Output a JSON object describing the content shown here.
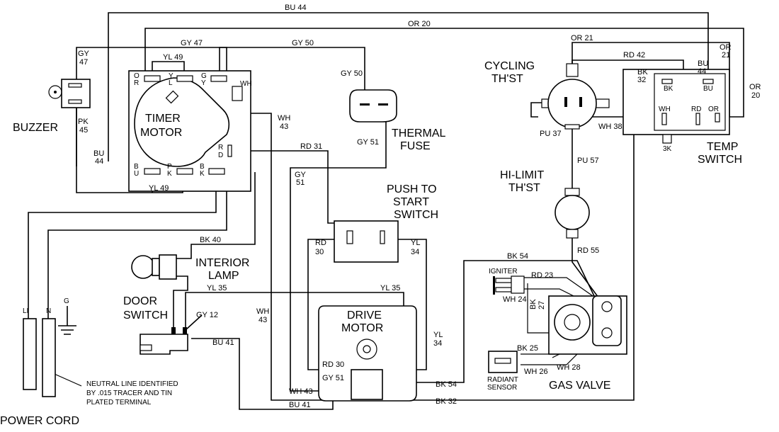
{
  "components": {
    "buzzer": "BUZZER",
    "timer_motor_1": "TIMER",
    "timer_motor_2": "MOTOR",
    "thermal_fuse_1": "THERMAL",
    "thermal_fuse_2": "FUSE",
    "cycling_thst_1": "CYCLING",
    "cycling_thst_2": "TH'ST",
    "temp_switch_1": "TEMP",
    "temp_switch_2": "SWITCH",
    "hi_limit_1": "HI-LIMIT",
    "hi_limit_2": "TH'ST",
    "push_start_1": "PUSH TO",
    "push_start_2": "START",
    "push_start_3": "SWITCH",
    "interior_lamp_1": "INTERIOR",
    "interior_lamp_2": "LAMP",
    "door_switch_1": "DOOR",
    "door_switch_2": "SWITCH",
    "drive_motor_1": "DRIVE",
    "drive_motor_2": "MOTOR",
    "igniter": "IGNITER",
    "radiant_sensor_1": "RADIANT",
    "radiant_sensor_2": "SENSOR",
    "gas_valve": "GAS VALVE",
    "power_cord": "POWER CORD"
  },
  "note": {
    "line1": "NEUTRAL LINE IDENTIFIED",
    "line2": "BY .015 TRACER AND TIN",
    "line3": "PLATED TERMINAL"
  },
  "terminals": {
    "timer_or_1": "O",
    "timer_or_2": "R",
    "timer_yl_1": "Y",
    "timer_yl_2": "L",
    "timer_gy_1": "G",
    "timer_gy_2": "Y",
    "timer_wh": "WH",
    "timer_rd_1": "R",
    "timer_rd_2": "D",
    "timer_bu_1": "B",
    "timer_bu_2": "U",
    "timer_pk_1": "P",
    "timer_pk_2": "K",
    "timer_bk_1": "B",
    "timer_bk_2": "K",
    "temp_bk": "BK",
    "temp_bu": "BU",
    "temp_wh": "WH",
    "temp_rd": "RD",
    "temp_or": "OR",
    "temp_3k": "3K",
    "cord_l1": "LI",
    "cord_n": "N",
    "cord_g": "G"
  },
  "wires": {
    "bu44_top": "BU 44",
    "or20_top": "OR 20",
    "gy47_top": "GY 47",
    "gy50_top": "GY 50",
    "yl49_top": "YL 49",
    "or21_top": "OR 21",
    "rd42": "RD 42",
    "bk32_right_1": "BK",
    "bk32_right_2": "32",
    "bu44_right_1": "BU",
    "bu44_right_2": "44",
    "or21_right_1": "OR",
    "or21_right_2": "21",
    "or20_right_1": "OR",
    "or20_right_2": "20",
    "gy47_left_1": "GY",
    "gy47_left_2": "47",
    "pk45_1": "PK",
    "pk45_2": "45",
    "bu44_left_1": "BU",
    "bu44_left_2": "44",
    "gy50_fuse": "GY 50",
    "wh43_top_1": "WH",
    "wh43_top_2": "43",
    "rd31": "RD 31",
    "gy51_fuse": "GY 51",
    "gy51_left_1": "GY",
    "gy51_left_2": "51",
    "yl49_bottom": "YL 49",
    "pu37": "PU 37",
    "wh38": "WH 38",
    "pu57": "PU 57",
    "rd55": "RD 55",
    "bk54_top": "BK 54",
    "rd23": "RD 23",
    "wh24": "WH 24",
    "bk27_1": "BK",
    "bk27_2": "27",
    "bk25": "BK 25",
    "wh26": "WH 26",
    "wh28": "WH 28",
    "rd30_top_1": "RD",
    "rd30_top_2": "30",
    "yl34_top_1": "YL",
    "yl34_top_2": "34",
    "bk40": "BK 40",
    "yl35_left": "YL 35",
    "yl35_right": "YL 35",
    "gy12": "GY 12",
    "wh43_mid_1": "WH",
    "wh43_mid_2": "43",
    "yl34_mid_1": "YL",
    "yl34_mid_2": "34",
    "bu41_top": "BU 41",
    "rd30_bottom": "RD 30",
    "gy51_bottom": "GY 51",
    "wh43_bottom": "WH 43",
    "bu41_bottom": "BU 41",
    "bk54_bottom": "BK 54",
    "bk32_bottom": "BK 32"
  }
}
